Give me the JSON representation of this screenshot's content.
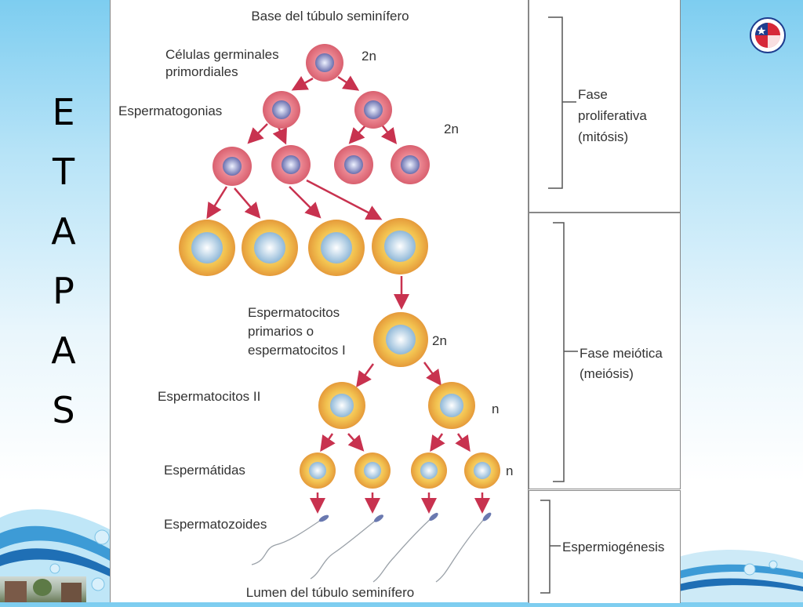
{
  "side_title": "ETAPAS",
  "diagram": {
    "top_label": "Base del túbulo seminífero",
    "bottom_label": "Lumen del túbulo seminífero",
    "labels": {
      "germinal_line1": "Células germinales",
      "germinal_line2": "primordiales",
      "spermatogonia": "Espermatogonias",
      "primary_line1": "Espermatocitos",
      "primary_line2": "primarios o",
      "primary_line3": "espermatocitos I",
      "secondary": "Espermatocitos II",
      "spermatids": "Espermátidas",
      "sperm": "Espermatozoides"
    },
    "ploidy": {
      "germinal": "2n",
      "spermatogonia": "2n",
      "primary": "2n",
      "secondary": "n",
      "spermatids": "n"
    }
  },
  "phases": {
    "proliferative": {
      "line1": "Fase",
      "line2": "proliferativa",
      "line3": "(mitósis)"
    },
    "meiotic": {
      "line1": "Fase meiótica",
      "line2": "(meiósis)"
    },
    "spermiogenesis": {
      "line1": "Espermiogénesis"
    }
  },
  "colors": {
    "arrow": "#c8324f",
    "mitotic_cell": "#e8808c",
    "meiotic_cell": "#f2c250",
    "bracket": "#555555"
  }
}
